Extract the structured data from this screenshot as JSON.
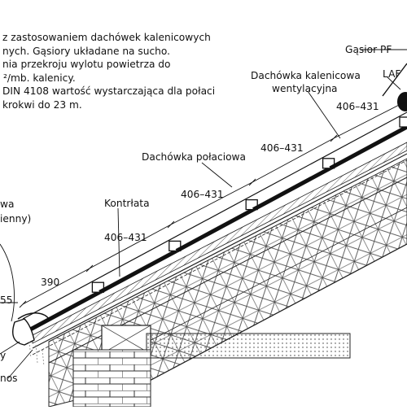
{
  "note": {
    "lines": [
      "z zastosowaniem dachówek kalenicowych",
      "nych. Gąsiory układane na sucho.",
      "nia przekroju wylotu powietrza do",
      "²/mb. kalenicy.",
      "DIN 4108 wartość wystarczająca dla połaci",
      "krokwi do 23 m."
    ]
  },
  "labels": {
    "gasior": "Gąsior PF",
    "laf": "LAF",
    "ridge_tile_1": "Dachówka kalenicowa",
    "ridge_tile_2": "wentylacyjna",
    "field_tile": "Dachówka połaciowa",
    "counter_batten": "Kontrłata",
    "left_1": "wa",
    "left_2": "ienny)",
    "left_3": "y",
    "left_4": "nos"
  },
  "dimensions": {
    "d1": "406–431",
    "d2": "406–431",
    "d3": "406–431",
    "d4": "406–431",
    "d5": "390",
    "d6": "55"
  }
}
